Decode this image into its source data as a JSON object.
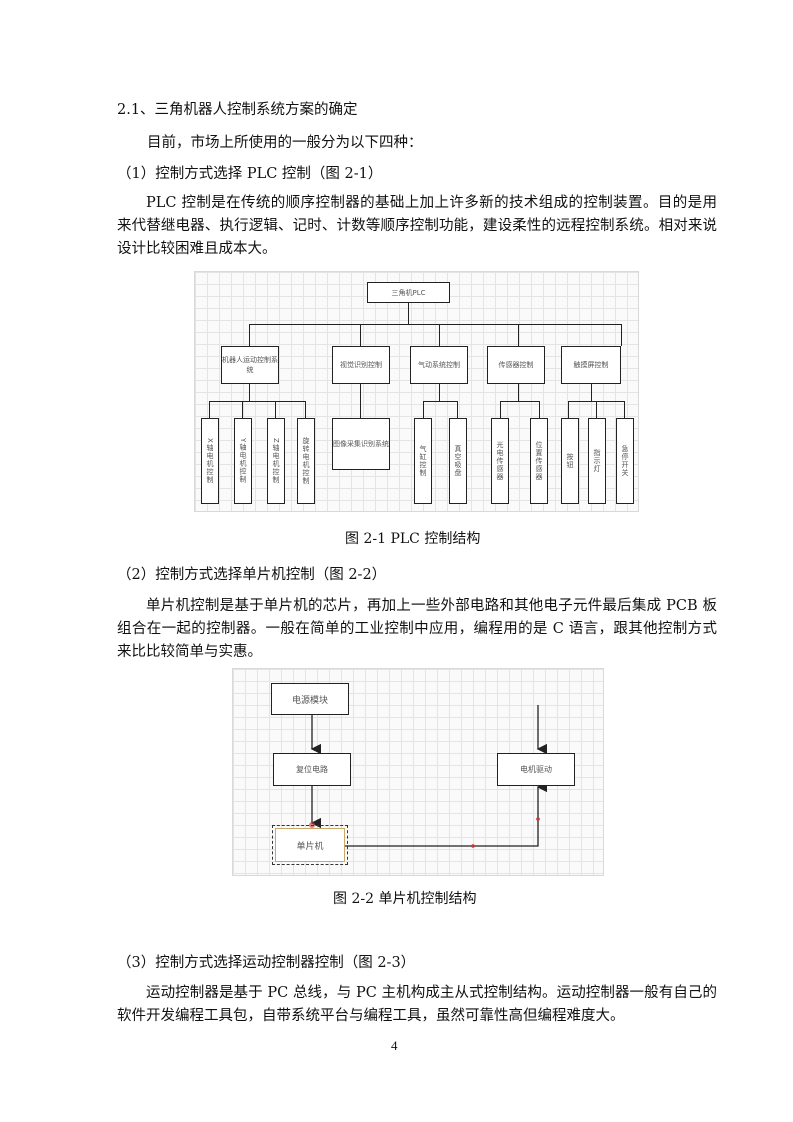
{
  "section_heading": "2.1、三角机器人控制系统方案的确定",
  "intro": "目前，市场上所使用的一般分为以下四种：",
  "item1": {
    "heading": "（1）控制方式选择 PLC 控制（图 2-1）",
    "paragraph": "PLC 控制是在传统的顺序控制器的基础上加上许多新的技术组成的控制装置。目的是用来代替继电器、执行逻辑、记时、计数等顺序控制功能，建设柔性的远程控制系统。相对来说设计比较困难且成本大。"
  },
  "fig1": {
    "caption": "图 2-1 PLC 控制结构",
    "root": "三角机PLC",
    "branches": [
      "机器人运动控制系统",
      "视觉识别控制",
      "气动系统控制",
      "传感器控制",
      "触摸屏控制"
    ],
    "leaves": [
      "X轴电机控制",
      "Y轴电机控制",
      "Z轴电机控制",
      "旋转电机控制",
      "图像采集识别系统",
      "气缸控制",
      "真空吸盘",
      "光电传感器",
      "位置传感器",
      "按钮",
      "指示灯",
      "急停开关"
    ]
  },
  "item2": {
    "heading": "（2）控制方式选择单片机控制（图 2-2）",
    "paragraph": "单片机控制是基于单片机的芯片，再加上一些外部电路和其他电子元件最后集成 PCB 板组合在一起的控制器。一般在简单的工业控制中应用，编程用的是 C 语言，跟其他控制方式来比比较简单与实惠。"
  },
  "fig2": {
    "caption": "图 2-2 单片机控制结构",
    "power": "电源模块",
    "reset": "复位电路",
    "mcu": "单片机",
    "driver": "电机驱动"
  },
  "item3": {
    "heading": "（3）控制方式选择运动控制器控制（图 2-3）",
    "paragraph": "运动控制器是基于 PC 总线，与 PC 主机构成主从式控制结构。运动控制器一般有自己的软件开发编程工具包，自带系统平台与编程工具，虽然可靠性高但编程难度大。"
  },
  "page_number": "4"
}
